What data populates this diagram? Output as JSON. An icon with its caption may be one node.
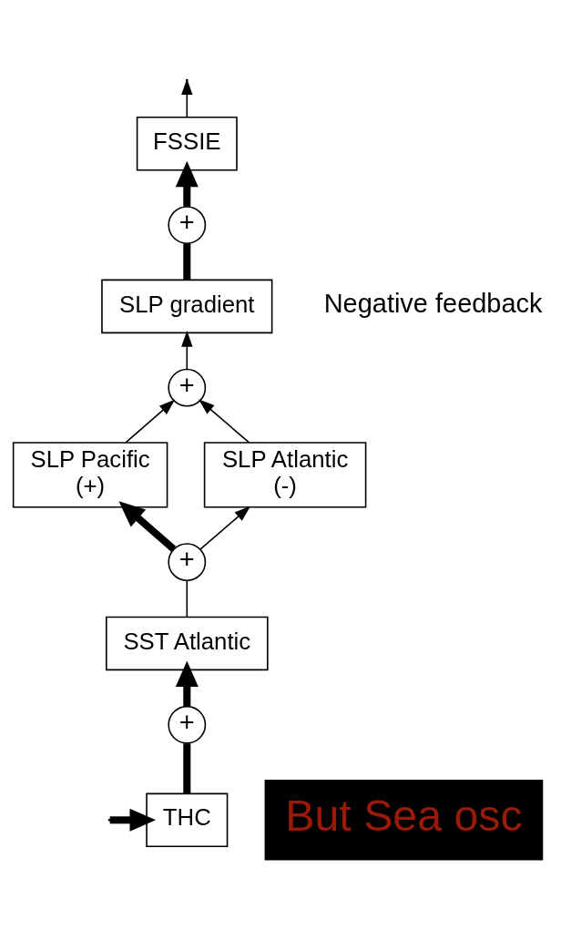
{
  "diagram": {
    "nodes": [
      {
        "text": [
          "FSSIE"
        ]
      },
      {
        "text": [
          "+"
        ]
      },
      {
        "text": [
          "SLP gradient"
        ]
      },
      {
        "text": [
          "+"
        ]
      },
      {
        "text": [
          "SLP Pacific",
          "(+)"
        ]
      },
      {
        "text": [
          "SLP Atlantic",
          "(-)"
        ]
      },
      {
        "text": [
          "+"
        ]
      },
      {
        "text": [
          "SST Atlantic"
        ]
      },
      {
        "text": [
          "+"
        ]
      },
      {
        "text": [
          "THC"
        ]
      }
    ],
    "edges": [
      {
        "from": null,
        "to": 9,
        "arrow": "to",
        "style": "thick"
      },
      {
        "from": 9,
        "to": 8,
        "arrow": "none",
        "style": "thick"
      },
      {
        "from": 8,
        "to": 7,
        "arrow": "to",
        "style": "thick"
      },
      {
        "from": 7,
        "to": 6,
        "arrow": "none"
      },
      {
        "from": 6,
        "to": 4,
        "arrow": "to",
        "style": "thick"
      },
      {
        "from": 6,
        "to": 5,
        "arrow": "to"
      },
      {
        "from": 4,
        "to": 3,
        "arrow": "to"
      },
      {
        "from": 5,
        "to": 3,
        "arrow": "to"
      },
      {
        "from": 3,
        "to": 2,
        "arrow": "to"
      },
      {
        "from": 2,
        "to": 1,
        "arrow": "none",
        "style": "thick"
      },
      {
        "from": 1,
        "to": 0,
        "arrow": "to",
        "style": "thick"
      },
      {
        "from": 0,
        "to": null,
        "arrow": "to"
      }
    ],
    "labels": [
      "Negative feedback",
      "But Sea osc"
    ]
  }
}
